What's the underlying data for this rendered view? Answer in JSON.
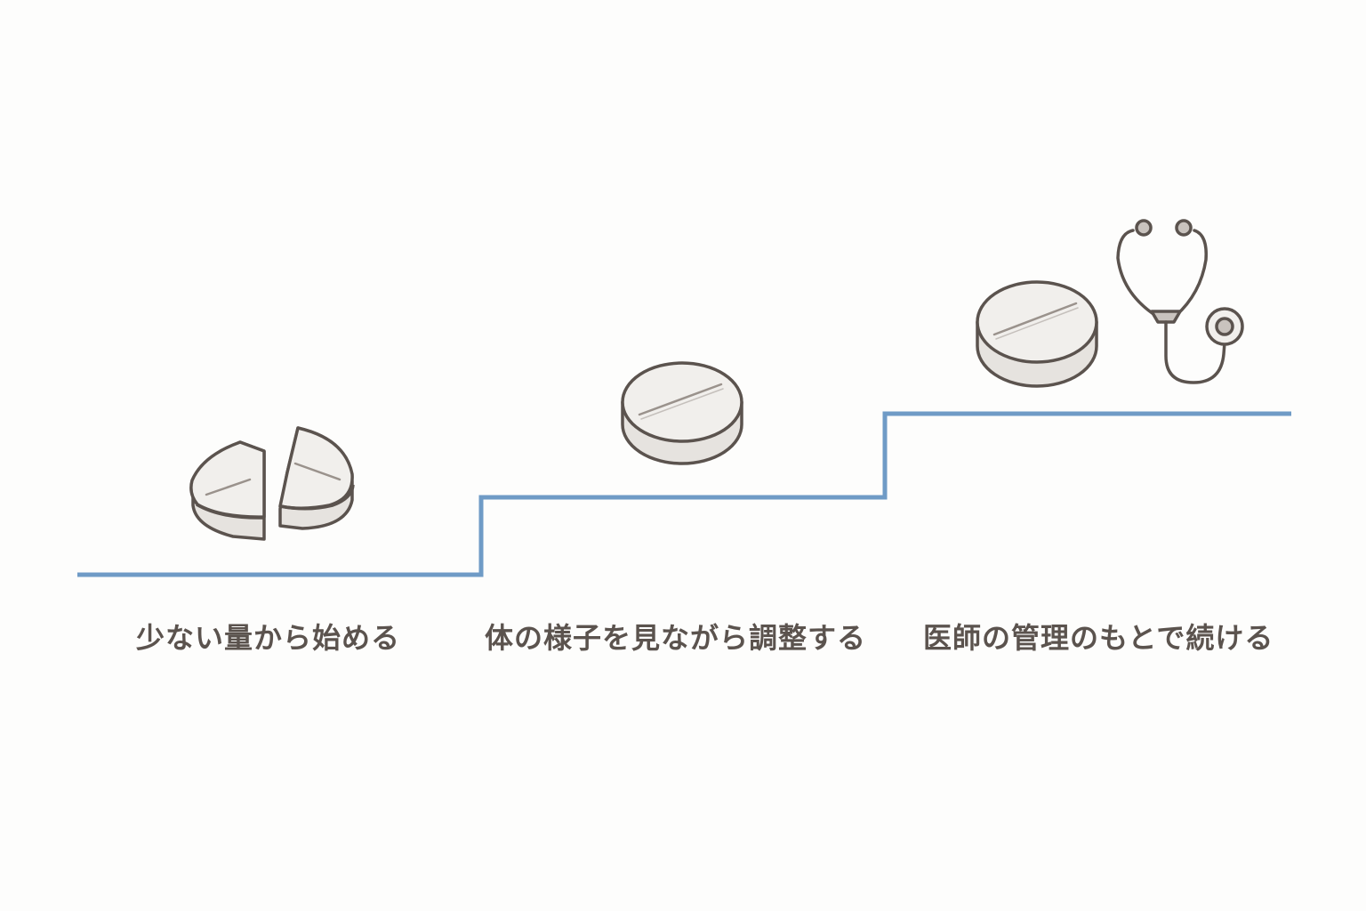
{
  "colors": {
    "background": "#fdfdfc",
    "staircase_line": "#6f9bc6",
    "outline": "#5b534e",
    "pill_fill": "#f1efec",
    "pill_shade": "#e6e3df",
    "score_line": "#9a928c",
    "label_text": "#5b534e",
    "tube_joint": "#c9c3be"
  },
  "steps": [
    {
      "label": "少ない量から始める",
      "icons": [
        "split-pill-icon"
      ]
    },
    {
      "label": "体の様子を見ながら調整する",
      "icons": [
        "pill-icon"
      ]
    },
    {
      "label": "医師の管理のもとで続ける",
      "icons": [
        "pill-icon",
        "stethoscope-icon"
      ]
    }
  ]
}
